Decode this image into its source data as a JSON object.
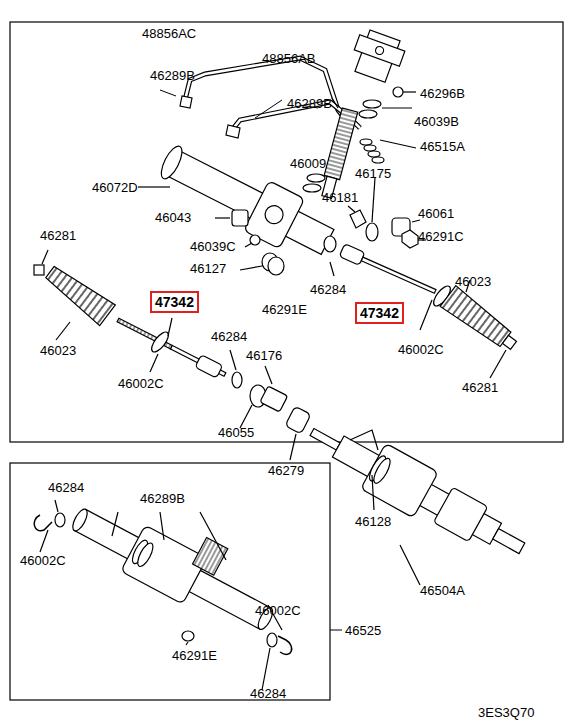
{
  "diagram": {
    "nodes": [
      {
        "text": [
          "47342"
        ]
      },
      {
        "text": [
          "47342"
        ]
      }
    ],
    "labels": [
      "48856AC",
      "46289B",
      "48856AB",
      "46289B",
      "46296B",
      "46039B",
      "46515A",
      "46009",
      "46072D",
      "46175",
      "46181",
      "46061",
      "46043",
      "46039C",
      "46291C",
      "46281",
      "46127",
      "46023",
      "46284",
      "46291E",
      "46002C",
      "46023",
      "46284",
      "46176",
      "46002C",
      "46281",
      "46055",
      "46279",
      "46128",
      "46504A",
      "46284",
      "46289B",
      "46002C",
      "46002C",
      "46525",
      "46291E",
      "46284",
      "3ES3Q70"
    ]
  }
}
